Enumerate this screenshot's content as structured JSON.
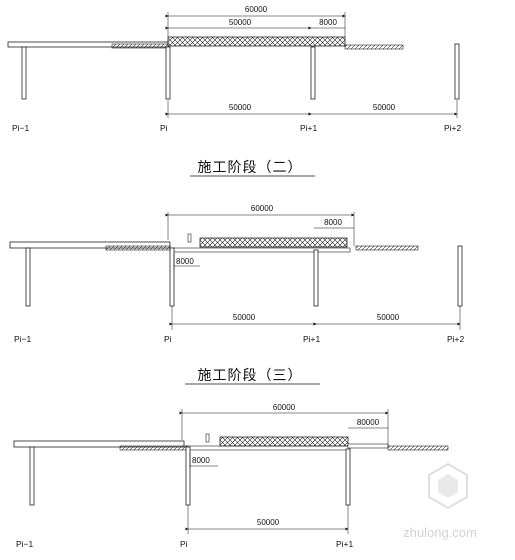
{
  "stages": [
    {
      "heading": "",
      "piers": [
        "Pi−1",
        "Pi",
        "Pi+1",
        "Pi+2"
      ],
      "dims": {
        "top_total": "60000",
        "top_inner": "50000",
        "top_right": "8000",
        "bottom_left": "50000",
        "bottom_right": "50000"
      }
    },
    {
      "heading": "施工阶段（二）",
      "piers": [
        "Pi−1",
        "Pi",
        "Pi+1",
        "Pi+2"
      ],
      "dims": {
        "top_total": "60000",
        "top_right": "8000",
        "left_small": "8000",
        "bottom_left": "50000",
        "bottom_right": "50000"
      }
    },
    {
      "heading": "施工阶段（三）",
      "piers": [
        "Pi−1",
        "Pi",
        "Pi+1"
      ],
      "dims": {
        "top_total": "60000",
        "top_right": "80000",
        "left_small": "8000",
        "bottom_left": "50000"
      }
    }
  ],
  "watermark": "zhulong.com"
}
